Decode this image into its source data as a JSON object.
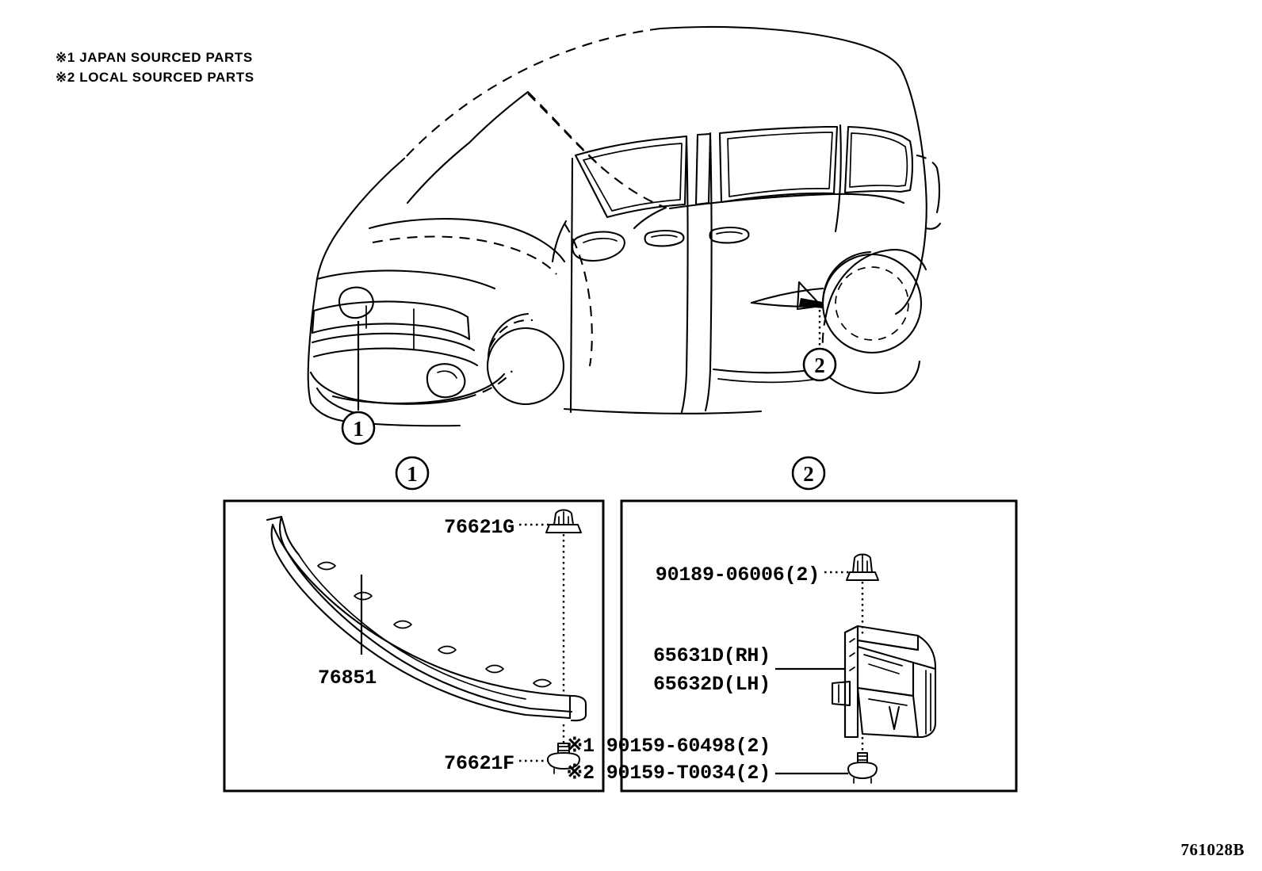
{
  "document": {
    "figure_code": "761028B",
    "notes": [
      "※1 JAPAN SOURCED PARTS",
      "※2 LOCAL SOURCED PARTS"
    ]
  },
  "vehicle_callouts": [
    {
      "id": "1",
      "label": "1",
      "target": "front-bumper-spoiler"
    },
    {
      "id": "2",
      "label": "2",
      "target": "rear-mudguard-bracket"
    }
  ],
  "detail_panels": [
    {
      "id": "panel-1",
      "header_label": "1",
      "parts": [
        {
          "id": "p-76851",
          "number": "76851",
          "name": "front-spoiler"
        },
        {
          "id": "p-76621G",
          "number": "76621G",
          "name": "clip-upper"
        },
        {
          "id": "p-76621F",
          "number": "76621F",
          "name": "screw-lower"
        }
      ]
    },
    {
      "id": "panel-2",
      "header_label": "2",
      "parts": [
        {
          "id": "p-90189",
          "number": "90189-06006(2)",
          "name": "clip-upper"
        },
        {
          "id": "p-65631D",
          "number": "65631D(RH)",
          "name": "mudguard-bracket-rh"
        },
        {
          "id": "p-65632D",
          "number": "65632D(LH)",
          "name": "mudguard-bracket-lh"
        },
        {
          "id": "p-90159-60498",
          "number": "※1 90159-60498(2)",
          "name": "screw-japan"
        },
        {
          "id": "p-90159-T0034",
          "number": "※2 90159-T0034(2)",
          "name": "screw-local"
        }
      ]
    }
  ],
  "colors": {
    "ink": "#000000",
    "paper": "#ffffff"
  }
}
